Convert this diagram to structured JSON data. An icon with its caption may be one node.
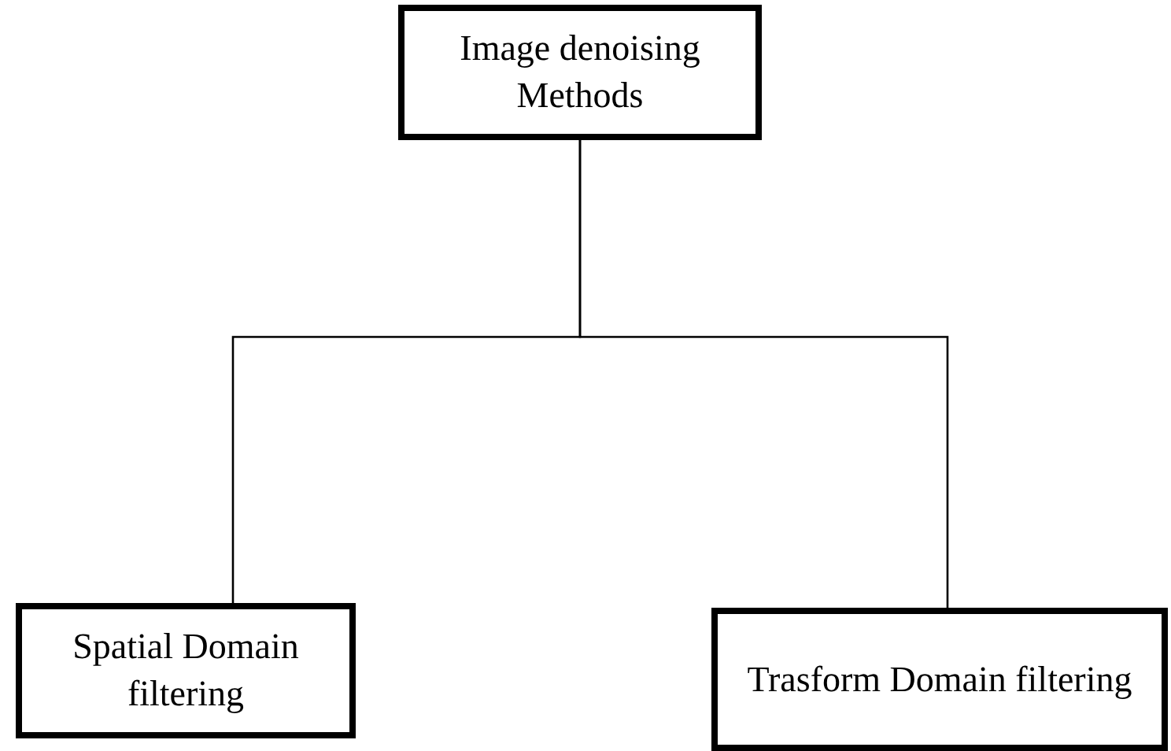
{
  "diagram": {
    "nodes": [
      {
        "text": [
          "Image denoising Methods"
        ]
      },
      {
        "text": [
          "Spatial Domain filtering"
        ]
      },
      {
        "text": [
          "Trasform Domain filtering"
        ]
      }
    ],
    "edges": [
      {
        "from": 0,
        "to": 1,
        "arrow": "none"
      },
      {
        "from": 0,
        "to": 2,
        "arrow": "none"
      }
    ]
  }
}
